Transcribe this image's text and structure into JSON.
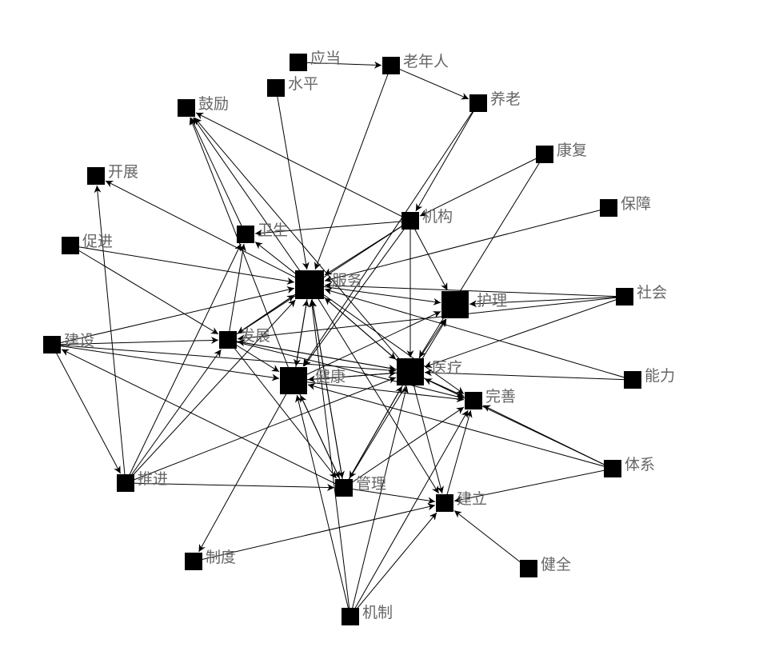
{
  "nodes": [
    {
      "id": "yingdang",
      "label": "应当"
    },
    {
      "id": "laonianren",
      "label": "老年人"
    },
    {
      "id": "shuiping",
      "label": "水平"
    },
    {
      "id": "yanglao",
      "label": "养老"
    },
    {
      "id": "guli",
      "label": "鼓励"
    },
    {
      "id": "kangfu",
      "label": "康复"
    },
    {
      "id": "kaizhan",
      "label": "开展"
    },
    {
      "id": "jigou",
      "label": "机构"
    },
    {
      "id": "baozhang",
      "label": "保障"
    },
    {
      "id": "weisheng",
      "label": "卫生"
    },
    {
      "id": "cujin",
      "label": "促进"
    },
    {
      "id": "fuwu",
      "label": "服务"
    },
    {
      "id": "huli",
      "label": "护理"
    },
    {
      "id": "shehui",
      "label": "社会"
    },
    {
      "id": "jianshe",
      "label": "建设"
    },
    {
      "id": "fazhan",
      "label": "发展"
    },
    {
      "id": "jiankang",
      "label": "健康"
    },
    {
      "id": "yiliao",
      "label": "医疗"
    },
    {
      "id": "nengli",
      "label": "能力"
    },
    {
      "id": "wanshan",
      "label": "完善"
    },
    {
      "id": "tixi",
      "label": "体系"
    },
    {
      "id": "tuijin",
      "label": "推进"
    },
    {
      "id": "guanli",
      "label": "管理"
    },
    {
      "id": "jianli",
      "label": "建立"
    },
    {
      "id": "zhidu",
      "label": "制度"
    },
    {
      "id": "jianquan",
      "label": "健全"
    },
    {
      "id": "jizhi",
      "label": "机制"
    }
  ],
  "edges": [
    [
      "yingdang",
      "laonianren"
    ],
    [
      "laonianren",
      "yanglao"
    ],
    [
      "laonianren",
      "fuwu"
    ],
    [
      "shuiping",
      "fuwu"
    ],
    [
      "yanglao",
      "jigou"
    ],
    [
      "yanglao",
      "jiankang"
    ],
    [
      "kangfu",
      "jigou"
    ],
    [
      "kangfu",
      "yiliao"
    ],
    [
      "fuwu",
      "guli"
    ],
    [
      "weisheng",
      "guli"
    ],
    [
      "jigou",
      "guli"
    ],
    [
      "jiankang",
      "guli"
    ],
    [
      "yiliao",
      "guli"
    ],
    [
      "fuwu",
      "kaizhan"
    ],
    [
      "tuijin",
      "kaizhan"
    ],
    [
      "jigou",
      "weisheng"
    ],
    [
      "jigou",
      "fuwu"
    ],
    [
      "jigou",
      "huli"
    ],
    [
      "jigou",
      "yiliao"
    ],
    [
      "jigou",
      "jiankang"
    ],
    [
      "jigou",
      "fazhan"
    ],
    [
      "baozhang",
      "fuwu"
    ],
    [
      "cujin",
      "fuwu"
    ],
    [
      "cujin",
      "fazhan"
    ],
    [
      "fuwu",
      "weisheng"
    ],
    [
      "fuwu",
      "huli"
    ],
    [
      "fuwu",
      "yiliao"
    ],
    [
      "fuwu",
      "jiankang"
    ],
    [
      "fuwu",
      "wanshan"
    ],
    [
      "fuwu",
      "jianli"
    ],
    [
      "fuwu",
      "guanli"
    ],
    [
      "fuwu",
      "fazhan"
    ],
    [
      "shehui",
      "huli"
    ],
    [
      "shehui",
      "fuwu"
    ],
    [
      "shehui",
      "fazhan"
    ],
    [
      "shehui",
      "yiliao"
    ],
    [
      "nengli",
      "fuwu"
    ],
    [
      "nengli",
      "yiliao"
    ],
    [
      "jianshe",
      "fuwu"
    ],
    [
      "jianshe",
      "fazhan"
    ],
    [
      "jianshe",
      "jiankang"
    ],
    [
      "jianshe",
      "yiliao"
    ],
    [
      "jianshe",
      "tuijin"
    ],
    [
      "guanli",
      "jianshe"
    ],
    [
      "fazhan",
      "fuwu"
    ],
    [
      "fazhan",
      "jiankang"
    ],
    [
      "fazhan",
      "yiliao"
    ],
    [
      "fazhan",
      "wanshan"
    ],
    [
      "fazhan",
      "guanli"
    ],
    [
      "fazhan",
      "weisheng"
    ],
    [
      "tuijin",
      "fazhan"
    ],
    [
      "tuijin",
      "fuwu"
    ],
    [
      "tuijin",
      "weisheng"
    ],
    [
      "jiankang",
      "fuwu"
    ],
    [
      "jiankang",
      "yiliao"
    ],
    [
      "jiankang",
      "wanshan"
    ],
    [
      "jiankang",
      "guanli"
    ],
    [
      "jiankang",
      "zhidu"
    ],
    [
      "jiankang",
      "huli"
    ],
    [
      "yiliao",
      "huli"
    ],
    [
      "yiliao",
      "fuwu"
    ],
    [
      "yiliao",
      "wanshan"
    ],
    [
      "yiliao",
      "jianli"
    ],
    [
      "yiliao",
      "guanli"
    ],
    [
      "yiliao",
      "fazhan"
    ],
    [
      "yiliao",
      "jiankang"
    ],
    [
      "tixi",
      "wanshan"
    ],
    [
      "tixi",
      "jiankang"
    ],
    [
      "tixi",
      "yiliao"
    ],
    [
      "tixi",
      "jianli"
    ],
    [
      "guanli",
      "fuwu"
    ],
    [
      "guanli",
      "jiankang"
    ],
    [
      "guanli",
      "yiliao"
    ],
    [
      "guanli",
      "jianli"
    ],
    [
      "guanli",
      "wanshan"
    ],
    [
      "guanli",
      "huli"
    ],
    [
      "tuijin",
      "guanli"
    ],
    [
      "tuijin",
      "yiliao"
    ],
    [
      "zhidu",
      "jianli"
    ],
    [
      "jianquan",
      "jianli"
    ],
    [
      "jianli",
      "wanshan"
    ],
    [
      "jizhi",
      "fuwu"
    ],
    [
      "jizhi",
      "jiankang"
    ],
    [
      "jizhi",
      "wanshan"
    ],
    [
      "jizhi",
      "jianli"
    ],
    [
      "jizhi",
      "yiliao"
    ]
  ]
}
